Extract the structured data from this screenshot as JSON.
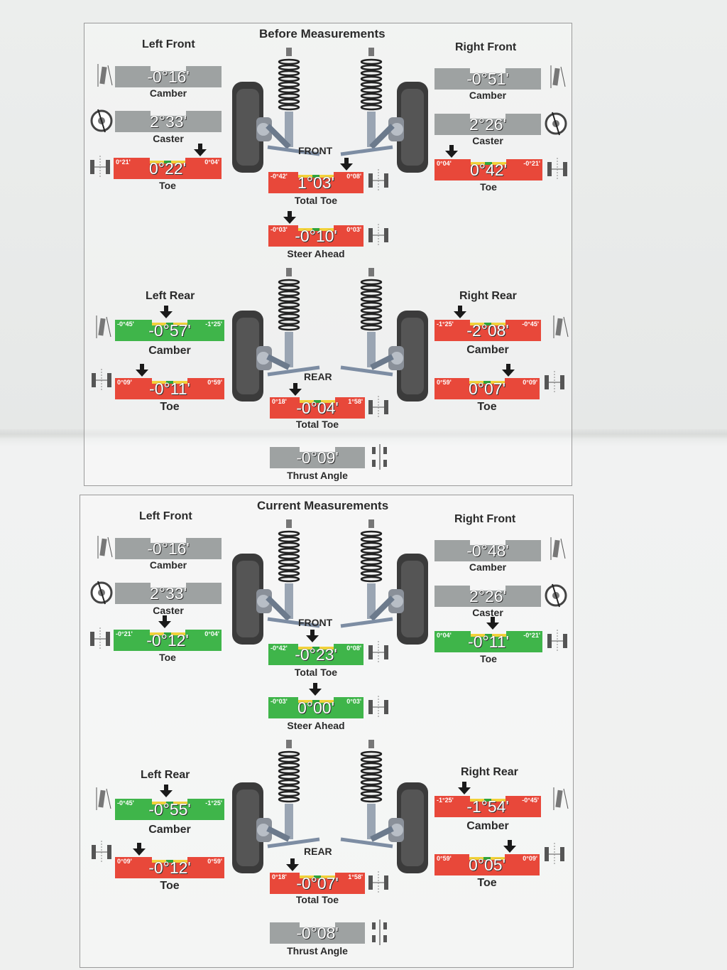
{
  "before": {
    "title": "Before Measurements",
    "left_front": {
      "label": "Left Front",
      "camber": {
        "value": "-0°16'",
        "caption": "Camber"
      },
      "caster": {
        "value": "2°33'",
        "caption": "Caster"
      },
      "toe": {
        "value": "0°22'",
        "caption": "Toe",
        "min": "0°21'",
        "max": "0°04'"
      }
    },
    "right_front": {
      "label": "Right Front",
      "camber": {
        "value": "-0°51'",
        "caption": "Camber"
      },
      "caster": {
        "value": "2°26'",
        "caption": "Caster"
      },
      "toe": {
        "value": "0°42'",
        "caption": "Toe",
        "min": "0°04'",
        "max": "-0°21'"
      }
    },
    "front_label": "FRONT",
    "total_toe_front": {
      "value": "1°03'",
      "caption": "Total Toe",
      "min": "-0°42'",
      "max": "0°08'"
    },
    "steer_ahead": {
      "value": "-0°10'",
      "caption": "Steer Ahead",
      "min": "-0°03'",
      "max": "0°03'"
    },
    "left_rear": {
      "label": "Left Rear",
      "camber": {
        "value": "-0°57'",
        "caption": "Camber",
        "min": "-0°45'",
        "max": "-1°25'"
      },
      "toe": {
        "value": "-0°11'",
        "caption": "Toe",
        "min": "0°09'",
        "max": "0°59'"
      }
    },
    "right_rear": {
      "label": "Right Rear",
      "camber": {
        "value": "-2°08'",
        "caption": "Camber",
        "min": "-1°25'",
        "max": "-0°45'"
      },
      "toe": {
        "value": "0°07'",
        "caption": "Toe",
        "min": "0°59'",
        "max": "0°09'"
      }
    },
    "rear_label": "REAR",
    "total_toe_rear": {
      "value": "-0°04'",
      "caption": "Total Toe",
      "min": "0°18'",
      "max": "1°58'"
    },
    "thrust_angle": {
      "value": "-0°09'",
      "caption": "Thrust Angle"
    }
  },
  "current": {
    "title": "Current Measurements",
    "left_front": {
      "label": "Left Front",
      "camber": {
        "value": "-0°16'",
        "caption": "Camber"
      },
      "caster": {
        "value": "2°33'",
        "caption": "Caster"
      },
      "toe": {
        "value": "-0°12'",
        "caption": "Toe",
        "min": "-0°21'",
        "max": "0°04'"
      }
    },
    "right_front": {
      "label": "Right Front",
      "camber": {
        "value": "-0°48'",
        "caption": "Camber"
      },
      "caster": {
        "value": "2°26'",
        "caption": "Caster"
      },
      "toe": {
        "value": "-0°11'",
        "caption": "Toe",
        "min": "0°04'",
        "max": "-0°21'"
      }
    },
    "front_label": "FRONT",
    "total_toe_front": {
      "value": "-0°23'",
      "caption": "Total Toe",
      "min": "-0°42'",
      "max": "0°08'"
    },
    "steer_ahead": {
      "value": "0°00'",
      "caption": "Steer Ahead",
      "min": "-0°03'",
      "max": "0°03'"
    },
    "left_rear": {
      "label": "Left Rear",
      "camber": {
        "value": "-0°55'",
        "caption": "Camber",
        "min": "-0°45'",
        "max": "-1°25'"
      },
      "toe": {
        "value": "-0°12'",
        "caption": "Toe",
        "min": "0°09'",
        "max": "0°59'"
      }
    },
    "right_rear": {
      "label": "Right Rear",
      "camber": {
        "value": "-1°54'",
        "caption": "Camber",
        "min": "-1°25'",
        "max": "-0°45'"
      },
      "toe": {
        "value": "0°05'",
        "caption": "Toe",
        "min": "0°59'",
        "max": "0°09'"
      }
    },
    "rear_label": "REAR",
    "total_toe_rear": {
      "value": "-0°07'",
      "caption": "Total Toe",
      "min": "0°18'",
      "max": "1°58'"
    },
    "thrust_angle": {
      "value": "-0°08'",
      "caption": "Thrust Angle"
    }
  },
  "colors": {
    "red": "#e8483a",
    "green": "#3fb54a",
    "gray": "#9ea2a2",
    "yellow": "#f2d23a"
  }
}
